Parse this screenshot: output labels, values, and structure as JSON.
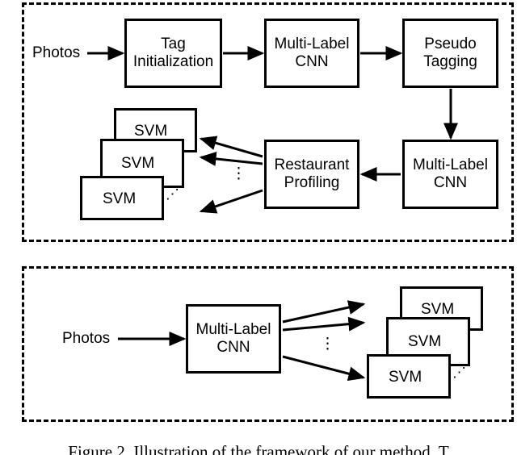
{
  "figure": {
    "caption": "Figure 2. Illustration of the framework of our method. T",
    "panels": [
      {
        "id": "panel-training",
        "nodes": [
          {
            "id": "tag-initialization",
            "line1": "Tag",
            "line2": "Initialization"
          },
          {
            "id": "multi-label-cnn-top",
            "line1": "Multi-Label",
            "line2": "CNN"
          },
          {
            "id": "pseudo-tagging",
            "line1": "Pseudo",
            "line2": "Tagging"
          },
          {
            "id": "multi-label-cnn-second",
            "line1": "Multi-Label",
            "line2": "CNN"
          },
          {
            "id": "restaurant-profiling",
            "line1": "Restaurant",
            "line2": "Profiling"
          }
        ],
        "input_label": "Photos",
        "svm_stack": [
          {
            "id": "svm-back",
            "label": "SVM"
          },
          {
            "id": "svm-middle",
            "label": "SVM"
          },
          {
            "id": "svm-front",
            "label": "SVM"
          }
        ],
        "ellipsis_vertical": "⋮",
        "ellipsis_diagonal": "⋰"
      },
      {
        "id": "panel-testing",
        "nodes": [
          {
            "id": "multi-label-cnn-test",
            "line1": "Multi-Label",
            "line2": "CNN"
          }
        ],
        "input_label": "Photos",
        "svm_stack": [
          {
            "id": "svm-back",
            "label": "SVM"
          },
          {
            "id": "svm-middle",
            "label": "SVM"
          },
          {
            "id": "svm-front",
            "label": "SVM"
          }
        ],
        "ellipsis_vertical": "⋮",
        "ellipsis_diagonal": "⋰"
      }
    ]
  },
  "colors": {
    "stroke": "#000000",
    "background": "#ffffff"
  }
}
